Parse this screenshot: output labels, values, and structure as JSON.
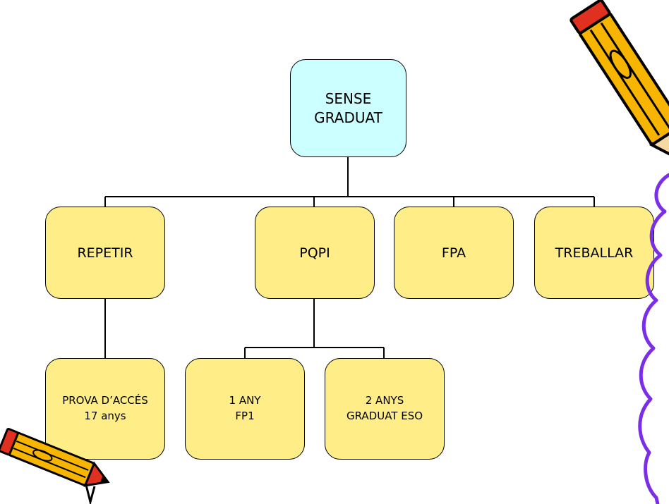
{
  "colors": {
    "root_fill": "#ccffff",
    "node_fill": "#ffee88",
    "line": "#000000",
    "squiggle": "#7a2ee8",
    "pencil_body": "#f7b500",
    "pencil_tip": "#e03020"
  },
  "diagram": {
    "root": {
      "label": "SENSE\nGRADUAT"
    },
    "level1": [
      {
        "id": "repetir",
        "label": "REPETIR"
      },
      {
        "id": "pqpi",
        "label": "PQPI"
      },
      {
        "id": "fpa",
        "label": "FPA"
      },
      {
        "id": "treballar",
        "label": "TREBALLAR"
      }
    ],
    "level2": [
      {
        "id": "prova",
        "parent": "repetir",
        "label": "PROVA D’ACCÉS\n17 anys"
      },
      {
        "id": "any1",
        "parent": "pqpi",
        "label": "1 ANY\nFP1"
      },
      {
        "id": "anys2",
        "parent": "pqpi",
        "label": "2 ANYS\nGRADUAT ESO"
      }
    ]
  },
  "decorations": [
    "pencil-icon",
    "pencil-icon",
    "squiggle-line"
  ]
}
